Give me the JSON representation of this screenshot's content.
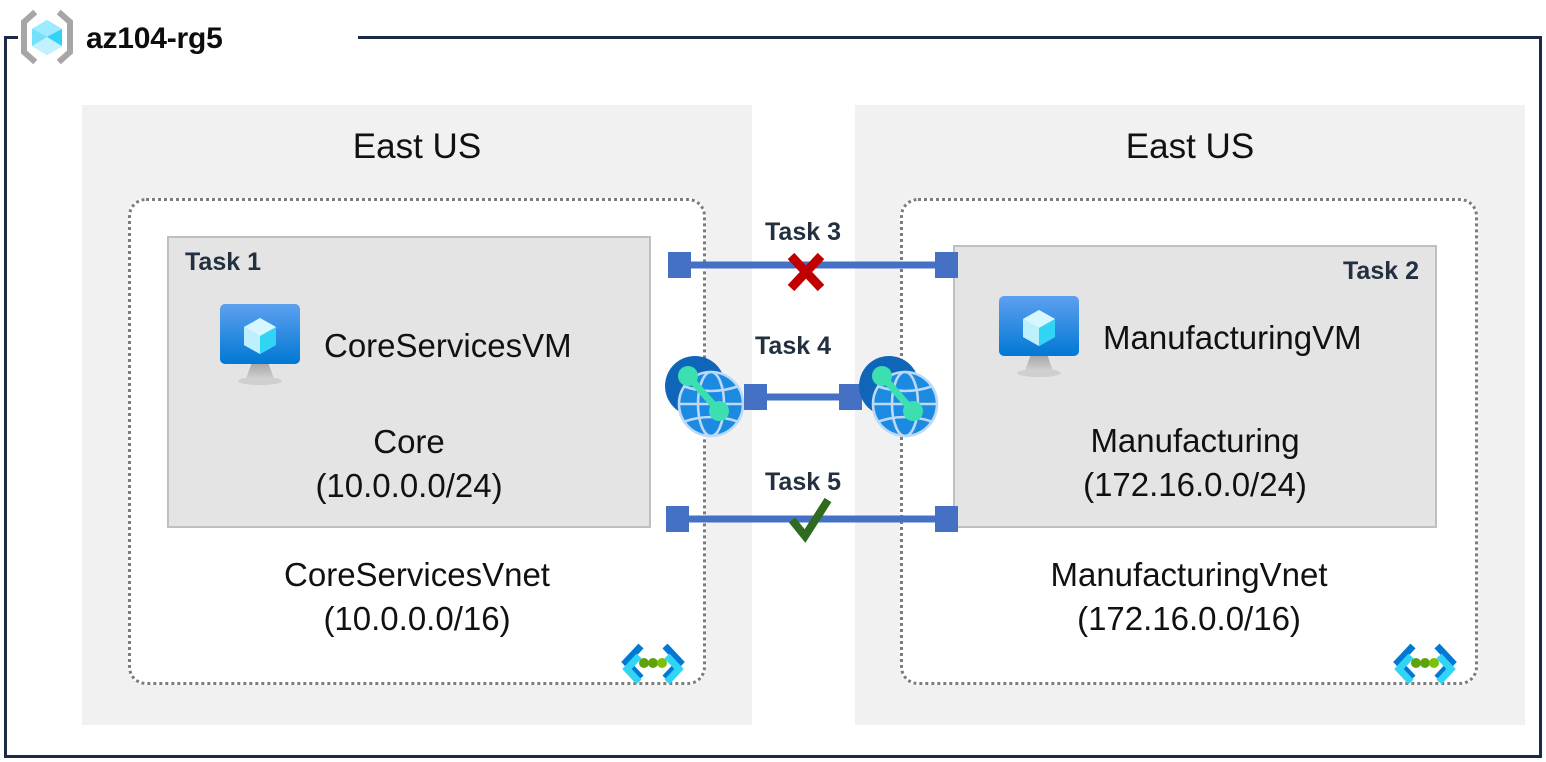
{
  "resource_group": {
    "name": "az104-rg5",
    "icon": "azure-resource-group-icon"
  },
  "regions": [
    {
      "id": "left",
      "label": "East US"
    },
    {
      "id": "right",
      "label": "East US"
    }
  ],
  "vnets": [
    {
      "id": "left",
      "name": "CoreServicesVnet",
      "address_space": "(10.0.0.0/16)",
      "icon": "virtual-network-icon",
      "subnet": {
        "task": "Task 1",
        "task_align": "left",
        "vm_name": "CoreServicesVM",
        "vm_icon": "virtual-machine-icon",
        "name": "Core",
        "address_space": "(10.0.0.0/24)"
      }
    },
    {
      "id": "right",
      "name": "ManufacturingVnet",
      "address_space": "(172.16.0.0/16)",
      "icon": "virtual-network-icon",
      "subnet": {
        "task": "Task 2",
        "task_align": "right",
        "vm_name": "ManufacturingVM",
        "vm_icon": "virtual-machine-icon",
        "name": "Manufacturing",
        "address_space": "(172.16.0.0/24)"
      }
    }
  ],
  "connectors": [
    {
      "id": "task3",
      "label": "Task 3",
      "mark": "cross-mark",
      "mark_color": "#c00000",
      "arrow": "double",
      "description": "blocked-connection"
    },
    {
      "id": "task4",
      "label": "Task 4",
      "mark": "none",
      "mark_color": "",
      "arrow": "double",
      "description": "vnet-peering"
    },
    {
      "id": "task5",
      "label": "Task 5",
      "mark": "check-mark",
      "mark_color": "#2e6b1f",
      "arrow": "double",
      "description": "allowed-connection"
    }
  ],
  "peering_icons": [
    {
      "id": "peer-left",
      "icon": "vnet-peering-icon"
    },
    {
      "id": "peer-right",
      "icon": "vnet-peering-icon"
    }
  ],
  "colors": {
    "frame_border": "#1b2a47",
    "region_bg": "#f1f1f1",
    "subnet_bg": "#e4e4e4",
    "subnet_border": "#bfbfbf",
    "vnet_border": "#7c7c7c",
    "arrow_blue": "#4471c4",
    "azure_blue": "#0078d4",
    "cube_cyan": "#50e6ff",
    "accent_green": "#5ea30c",
    "cross_red": "#c00000",
    "check_green": "#2e6b1f",
    "task_text": "#23303f"
  }
}
